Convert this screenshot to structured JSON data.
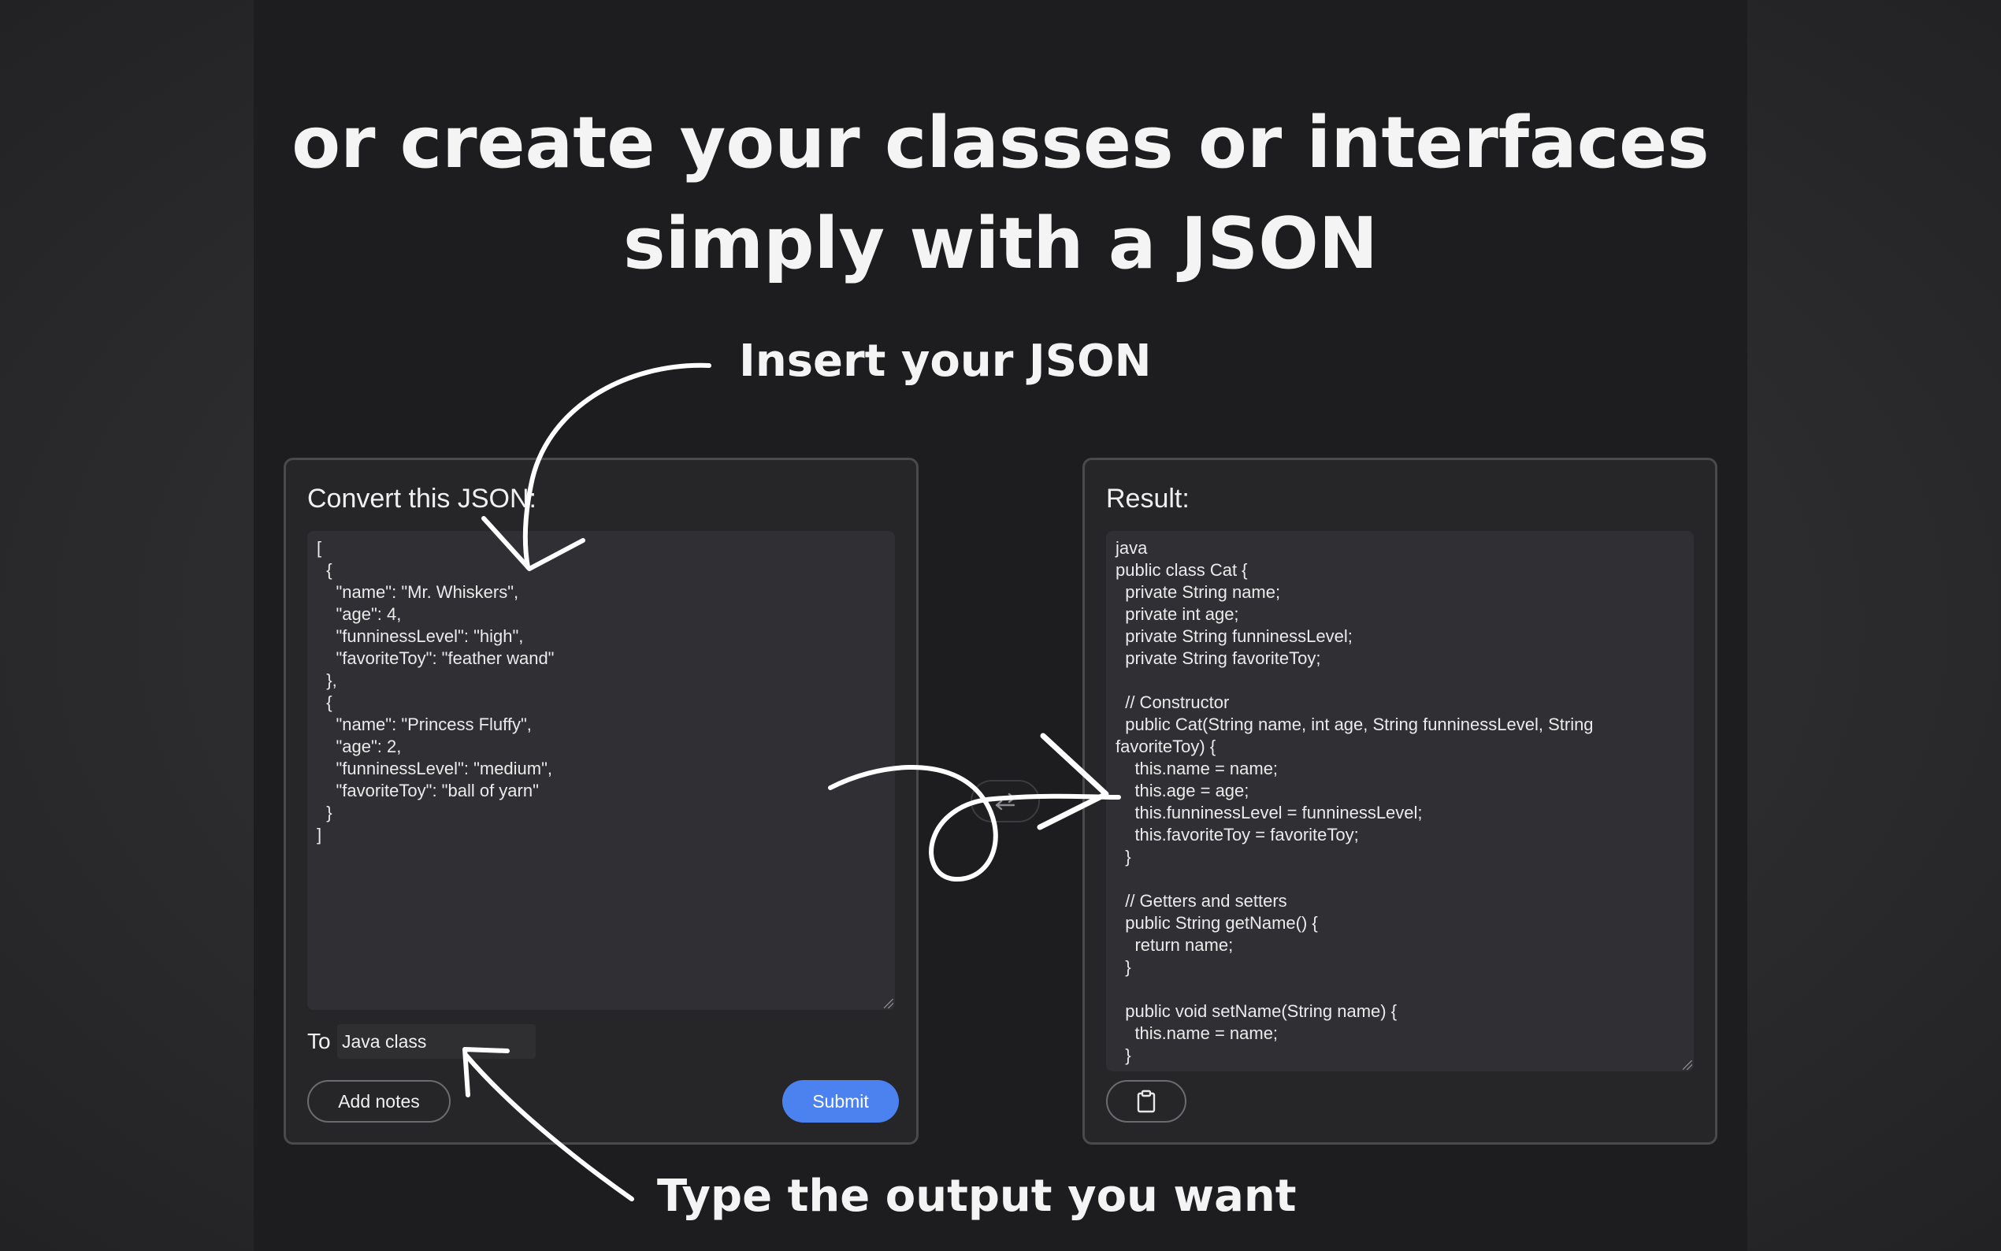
{
  "headline": {
    "line1": "or create your classes or interfaces",
    "line2": "simply with a JSON"
  },
  "callouts": {
    "insert": "Insert your JSON",
    "type_output": "Type the output you want"
  },
  "left_panel": {
    "title": "Convert this JSON:",
    "json_input": "[\n  {\n    \"name\": \"Mr. Whiskers\",\n    \"age\": 4,\n    \"funninessLevel\": \"high\",\n    \"favoriteToy\": \"feather wand\"\n  },\n  {\n    \"name\": \"Princess Fluffy\",\n    \"age\": 2,\n    \"funninessLevel\": \"medium\",\n    \"favoriteToy\": \"ball of yarn\"\n  }\n]",
    "to_label": "To",
    "to_value": "Java class",
    "add_notes_label": "Add notes",
    "submit_label": "Submit"
  },
  "swap": {
    "icon": "swap-arrows-icon"
  },
  "right_panel": {
    "title": "Result:",
    "result_text": "java\npublic class Cat {\n  private String name;\n  private int age;\n  private String funninessLevel;\n  private String favoriteToy;\n\n  // Constructor\n  public Cat(String name, int age, String funninessLevel, String\nfavoriteToy) {\n    this.name = name;\n    this.age = age;\n    this.funninessLevel = funninessLevel;\n    this.favoriteToy = favoriteToy;\n  }\n\n  // Getters and setters\n  public String getName() {\n    return name;\n  }\n\n  public void setName(String name) {\n    this.name = name;\n  }",
    "copy_icon": "clipboard-icon"
  },
  "colors": {
    "stage_bg": "#1d1d1f",
    "card_bg": "#262628",
    "card_border": "#4a4a4d",
    "submit_blue": "#4b82f0",
    "text": "#f4f4f4"
  }
}
